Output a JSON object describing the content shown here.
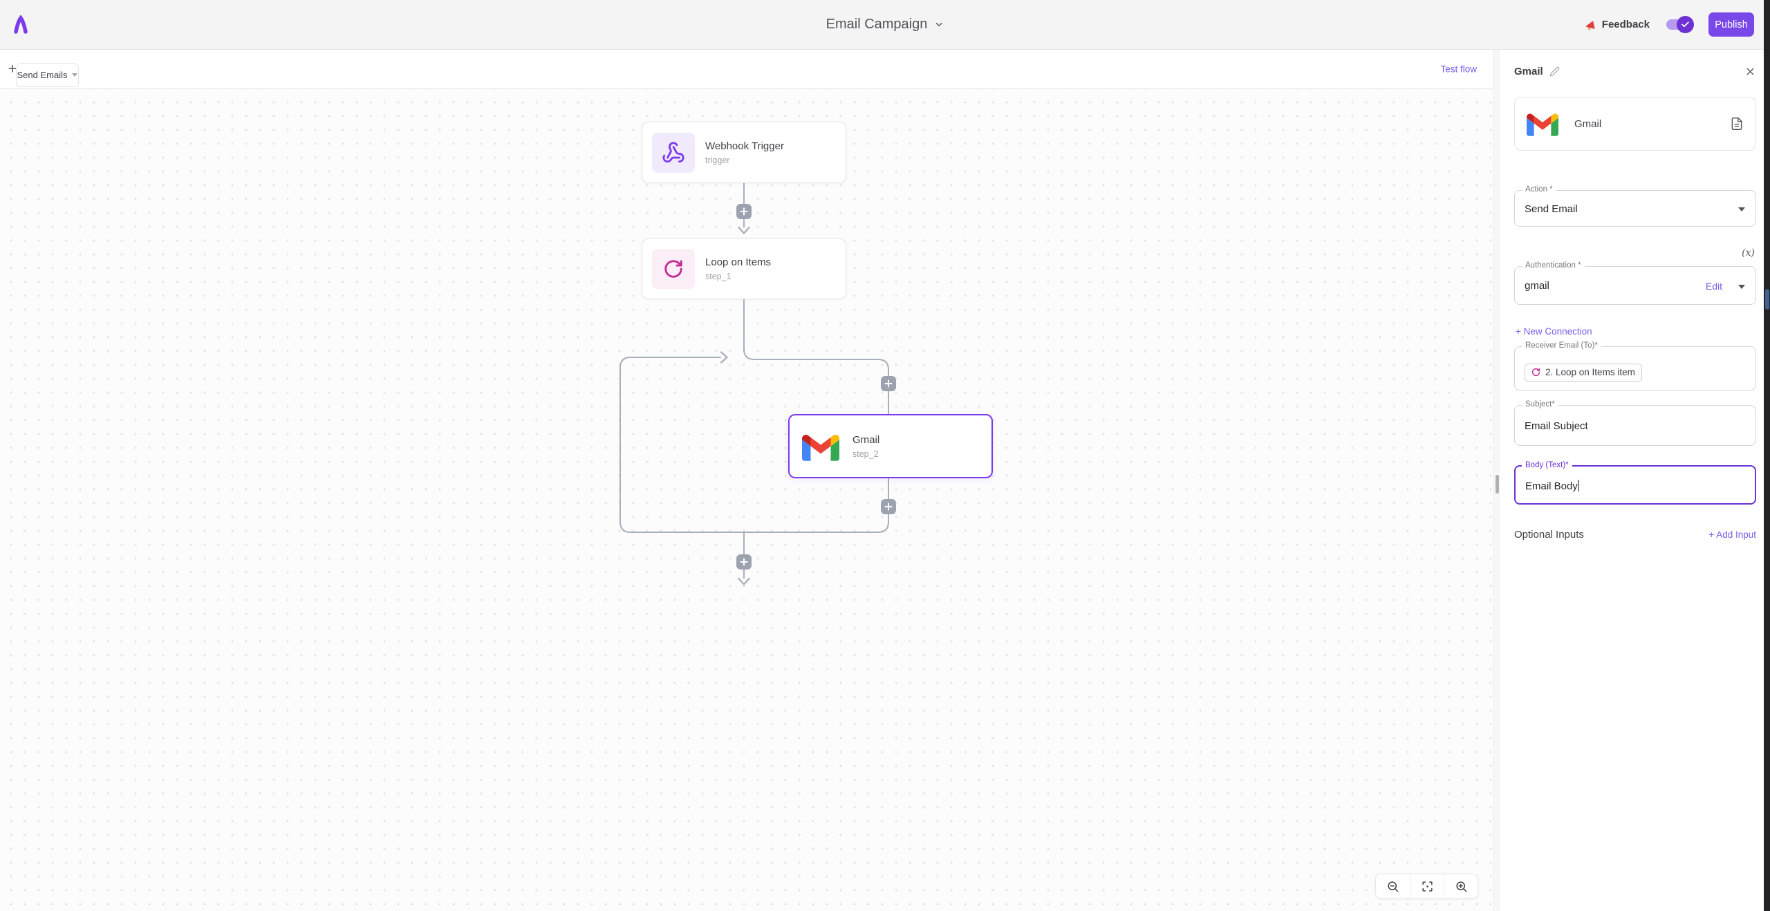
{
  "topbar": {
    "title": "Email Campaign",
    "feedback_label": "Feedback",
    "publish_label": "Publish"
  },
  "tabbar": {
    "tab_label": "Send Emails",
    "test_flow_label": "Test flow"
  },
  "canvas": {
    "nodes": [
      {
        "title": "Webhook Trigger",
        "subtitle": "trigger"
      },
      {
        "title": "Loop on Items",
        "subtitle": "step_1"
      },
      {
        "title": "Gmail",
        "subtitle": "step_2"
      }
    ]
  },
  "panel": {
    "header_title": "Gmail",
    "app_card": {
      "name": "Gmail"
    },
    "action": {
      "label": "Action *",
      "value": "Send Email"
    },
    "dynamic_value_glyph": "(x)",
    "auth": {
      "label": "Authentication *",
      "value": "gmail",
      "edit_label": "Edit"
    },
    "new_connection_label": "+ New Connection",
    "receiver": {
      "label": "Receiver Email (To)*",
      "token": "2. Loop on Items item"
    },
    "subject": {
      "label": "Subject*",
      "value": "Email Subject"
    },
    "body": {
      "label": "Body (Text)*",
      "value": "Email Body"
    },
    "optional_inputs_label": "Optional Inputs",
    "add_input_label": "+ Add Input"
  },
  "icons": {
    "logo": "activepieces-logo",
    "megaphone": "feedback-megaphone",
    "toggle_check": "checkmark",
    "zoom_controls": [
      "zoom-out",
      "fit-view",
      "zoom-in"
    ]
  },
  "colors": {
    "accent_purple": "#7c3aed",
    "link_purple": "#7c5ce8",
    "publish_purple": "#7a48e8",
    "toggle_purple": "#6d31d4",
    "loop_magenta": "#c22b94",
    "edge_gray": "#a9afba",
    "border_gray": "#e4e4e7"
  }
}
